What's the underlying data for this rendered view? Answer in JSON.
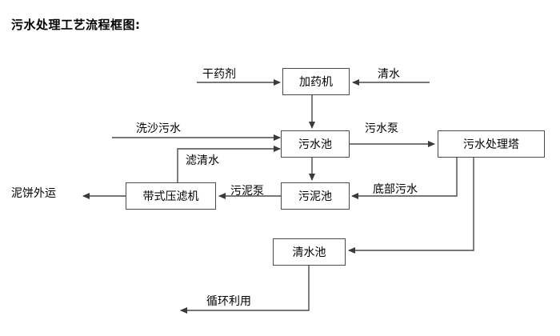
{
  "title": "污水处理工艺流程框图:",
  "colors": {
    "line": "#4a4a4a",
    "text": "#000000",
    "background": "#ffffff"
  },
  "nodes": [
    {
      "id": "dosing-machine",
      "label": "加药机"
    },
    {
      "id": "sewage-pool",
      "label": "污水池"
    },
    {
      "id": "sewage-treatment-tower",
      "label": "污水处理塔"
    },
    {
      "id": "belt-filter-press",
      "label": "带式压滤机"
    },
    {
      "id": "sludge-pool",
      "label": "污泥池"
    },
    {
      "id": "clean-water-pool",
      "label": "清水池"
    }
  ],
  "terminals": [
    {
      "id": "dry-chemical",
      "label": "干药剂"
    },
    {
      "id": "clean-water-input",
      "label": "清水"
    },
    {
      "id": "sand-washing-sewage",
      "label": "洗沙污水"
    },
    {
      "id": "mud-cake-transport",
      "label": "泥饼外运"
    }
  ],
  "edge_labels": [
    {
      "id": "filtered-clear-water",
      "label": "滤清水"
    },
    {
      "id": "sewage-pump",
      "label": "污水泵"
    },
    {
      "id": "sludge-pump",
      "label": "污泥泵"
    },
    {
      "id": "bottom-sewage",
      "label": "底部污水"
    },
    {
      "id": "recycling-reuse",
      "label": "循环利用"
    }
  ]
}
